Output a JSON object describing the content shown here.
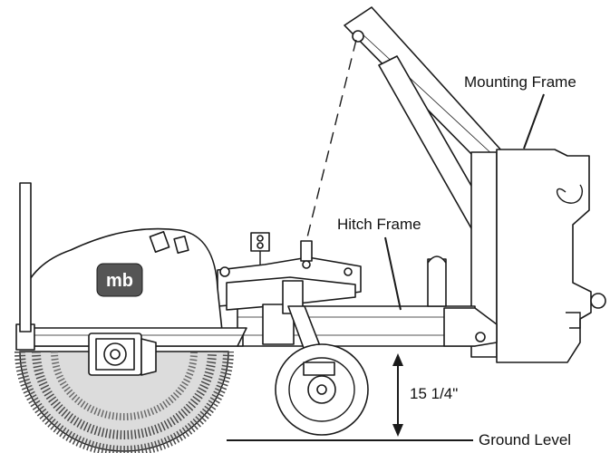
{
  "labels": {
    "mounting_frame": "Mounting Frame",
    "hitch_frame": "Hitch Frame",
    "height": "15 1/4\"",
    "ground_level": "Ground Level"
  },
  "logo": {
    "text": "mb"
  },
  "colors": {
    "line": "#1a1a1a",
    "fill": "#ffffff",
    "logo_fill": "#555555"
  }
}
